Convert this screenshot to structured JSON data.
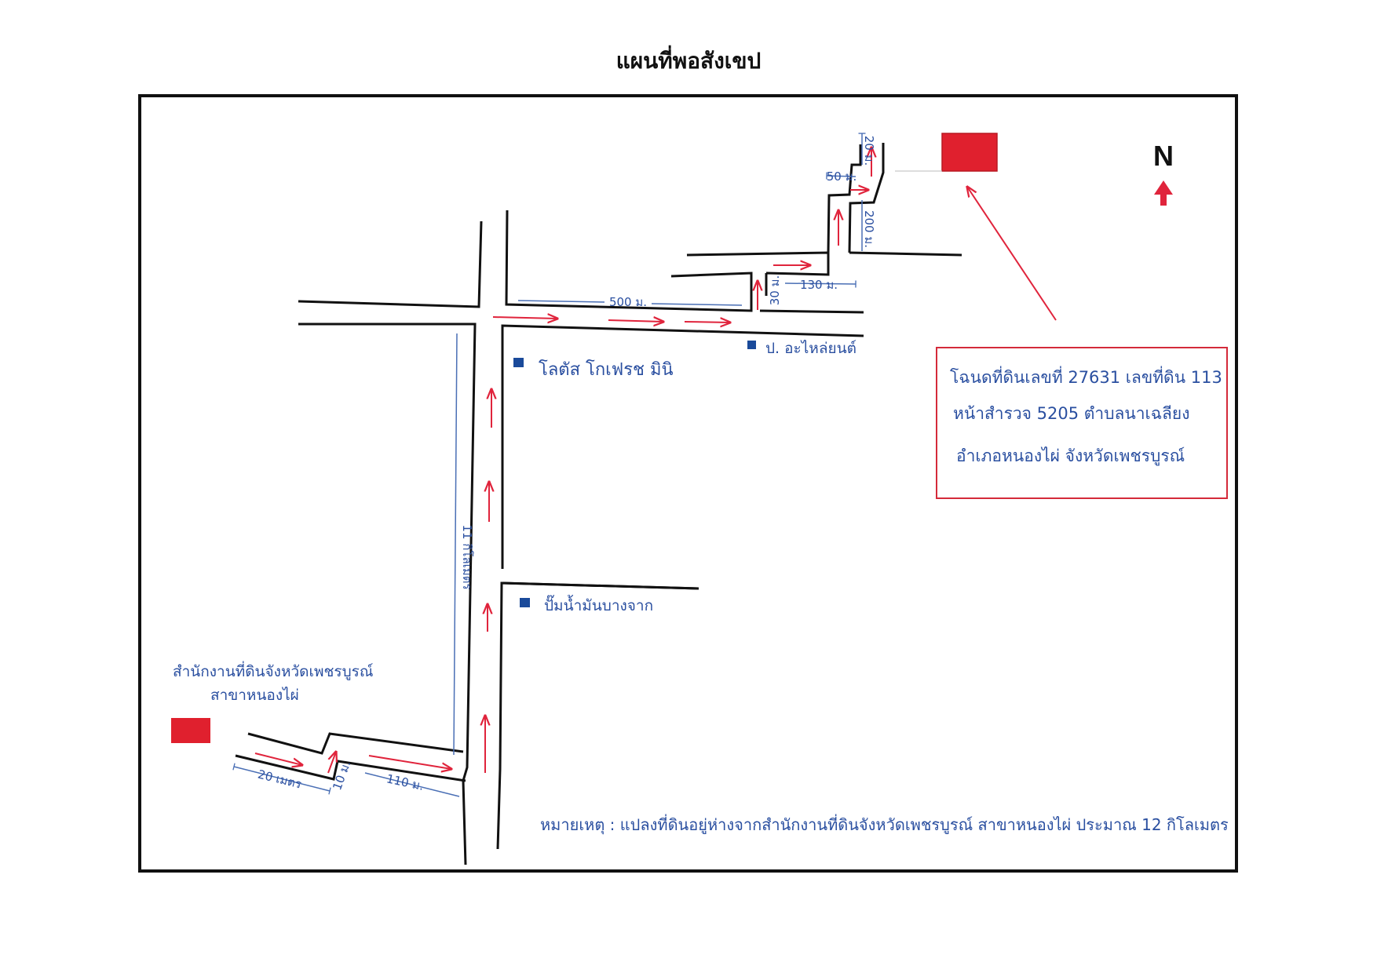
{
  "title": "แผนที่พอสังเขป",
  "north_label": "N",
  "destination": {
    "lines": [
      "โฉนดที่ดินเลขที่ 27631 เลขที่ดิน 113",
      "หน้าสำรวจ 5205 ตำบลนาเฉลียง",
      "อำเภอหนองไผ่ จังหวัดเพชรบูรณ์"
    ]
  },
  "origin": {
    "line1": "สำนักงานที่ดินจังหวัดเพชรบูรณ์",
    "line2": "สาขาหนองไผ่"
  },
  "landmarks": {
    "lotus": "โลตัส โกเฟรช มินิ",
    "pump": "ปั๊มน้ำมันบางจาก",
    "parts": "ป. อะไหล่ยนต์"
  },
  "distances": {
    "d500": "500 ม.",
    "d11km": "11 กิโลเมตร",
    "d20": "20 เมตร",
    "d10": "10 ม.",
    "d110": "110 ม.",
    "d130": "130 ม.",
    "d30": "30 ม.",
    "d50": "50 ม.",
    "d200": "200 ม.",
    "d20b": "20 ม."
  },
  "remark": "หมายเหตุ : แปลงที่ดินอยู่ห่างจากสำนักงานที่ดินจังหวัดเพชรบูรณ์ สาขาหนองไผ่ ประมาณ 12 กิโลเมตร",
  "colors": {
    "road": "#111111",
    "route": "#e0243c",
    "dimension": "#4a6fb5",
    "text": "#2a4fa0",
    "marker": "#1a4a9a",
    "parcel": "#e0202e"
  }
}
